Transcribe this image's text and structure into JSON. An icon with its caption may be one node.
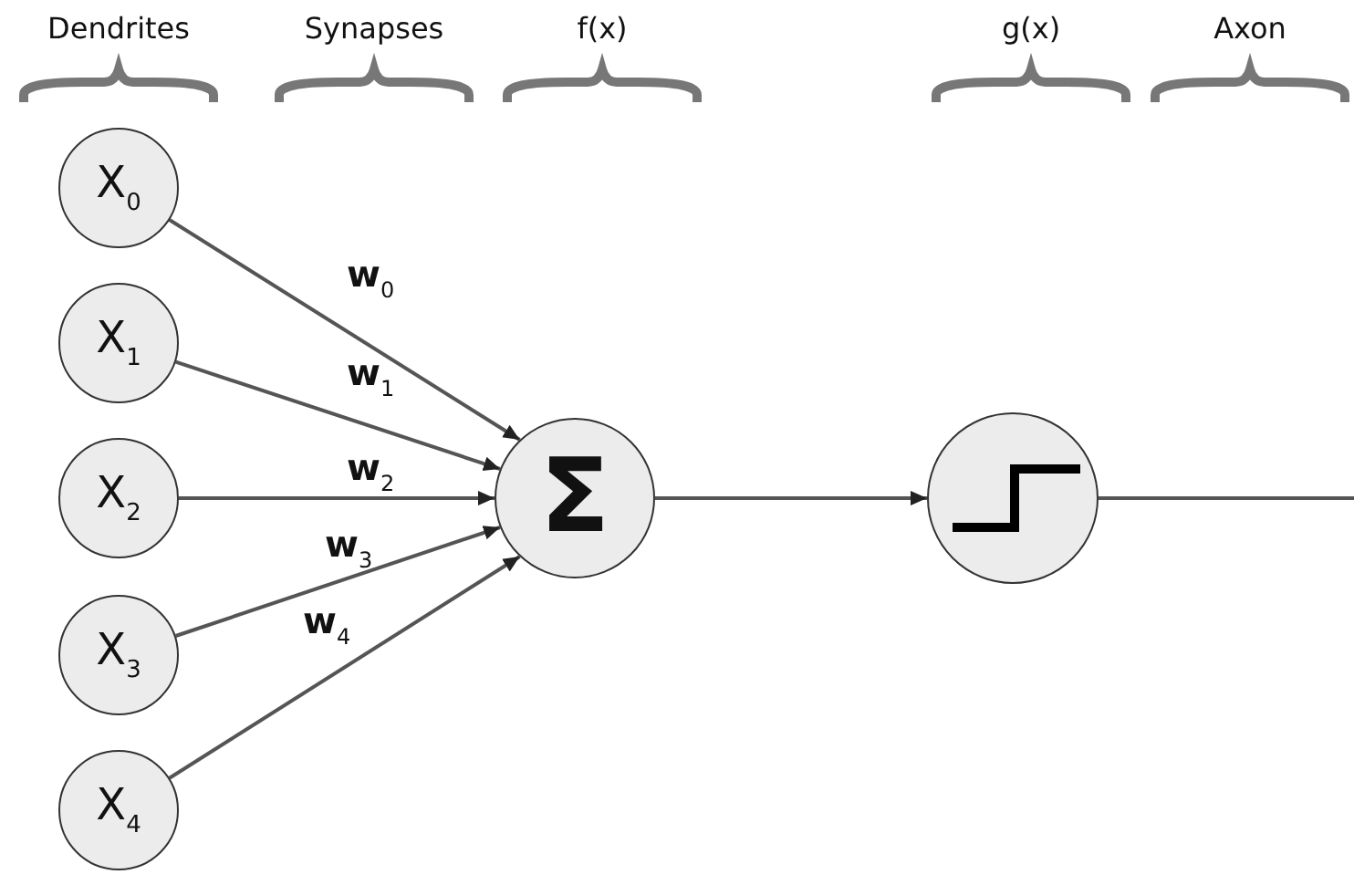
{
  "diagram": {
    "nodes": [
      {
        "text": [
          "X$_{0}$"
        ]
      },
      {
        "text": [
          "X$_{1}$"
        ]
      },
      {
        "text": [
          "X$_{2}$"
        ]
      },
      {
        "text": [
          "X$_{3}$"
        ]
      },
      {
        "text": [
          "X$_{4}$"
        ]
      },
      {
        "text": [
          "Σ"
        ]
      },
      {
        "text": [],
        "shape": "circle"
      }
    ],
    "edges": [
      {
        "from": 0,
        "to": 5,
        "arrow": "to",
        "label": "w$_{0}$"
      },
      {
        "from": 1,
        "to": 5,
        "arrow": "to",
        "label": "w$_{1}$"
      },
      {
        "from": 2,
        "to": 5,
        "arrow": "to",
        "label": "w$_{2}$"
      },
      {
        "from": 3,
        "to": 5,
        "arrow": "to",
        "label": "w$_{3}$"
      },
      {
        "from": 4,
        "to": 5,
        "arrow": "to",
        "label": "w$_{4}$"
      },
      {
        "from": 5,
        "to": 6,
        "arrow": "to"
      },
      {
        "from": 6,
        "to": null,
        "arrow": "none"
      }
    ],
    "labels": [
      "Dendrites",
      "Synapses",
      "f(x)",
      "g(x)",
      "Axon"
    ]
  }
}
